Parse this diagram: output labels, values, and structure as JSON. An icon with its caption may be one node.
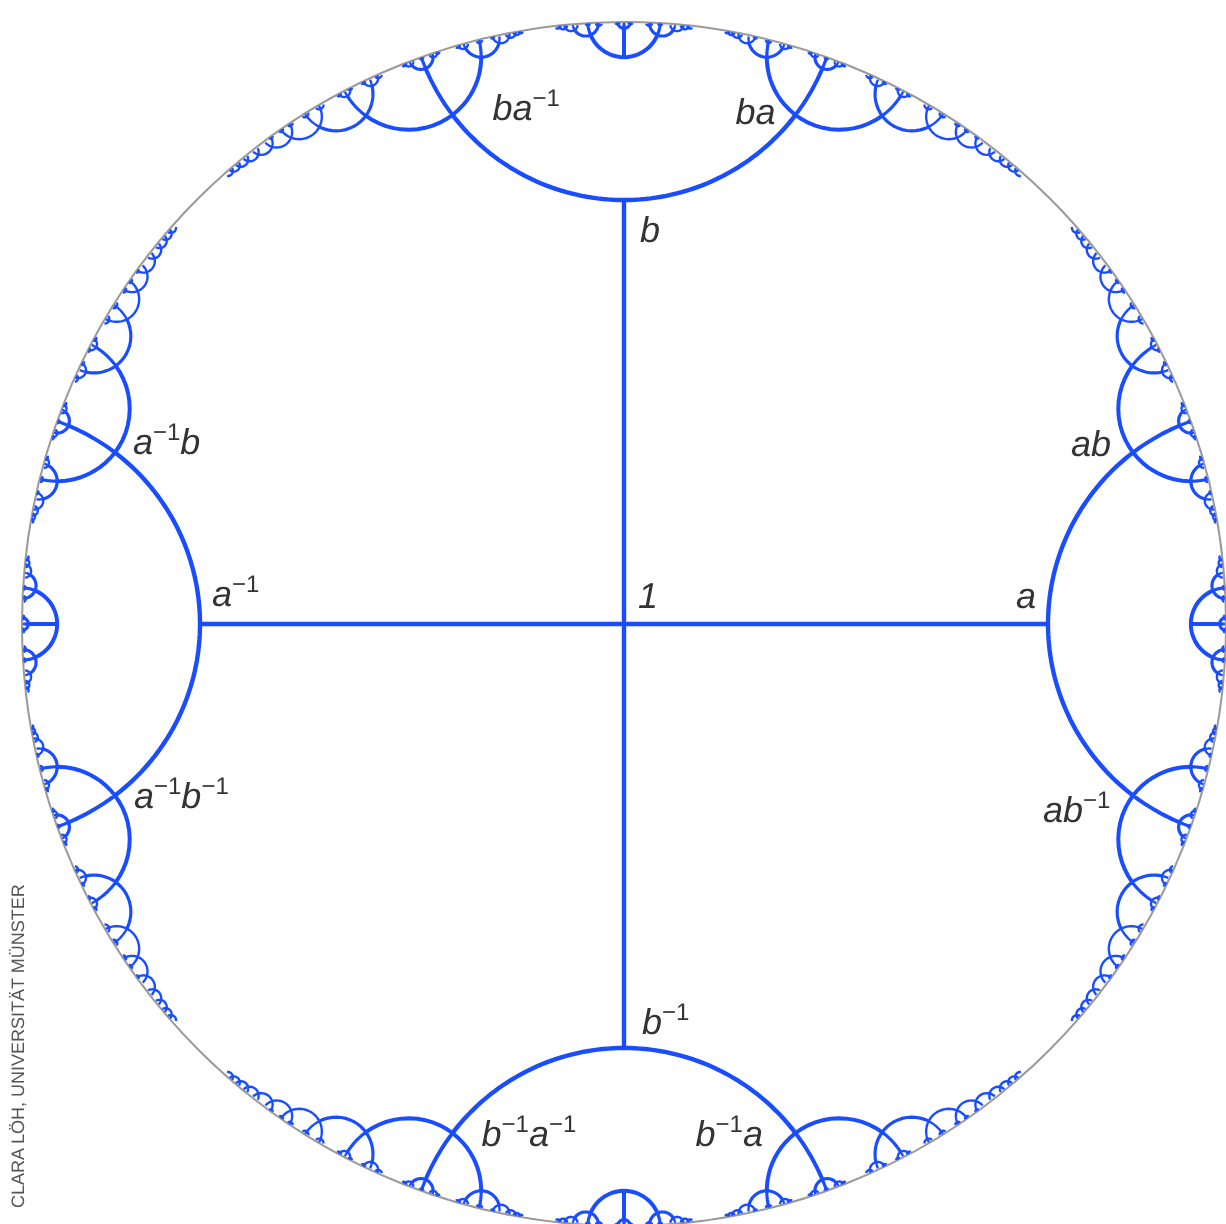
{
  "diagram": {
    "nodes": [
      {
        "text": [
          "ba$^{−1}$"
        ]
      },
      {
        "text": [
          "ba"
        ]
      },
      {
        "text": [
          "b"
        ]
      },
      {
        "text": [
          "a$^{−1}$b"
        ]
      },
      {
        "text": [
          "ab"
        ]
      },
      {
        "text": [
          "a$^{−1}$"
        ]
      },
      {
        "text": [
          "1"
        ]
      },
      {
        "text": [
          "a"
        ]
      },
      {
        "text": [
          "a$^{−1}$b$^{−1}$"
        ]
      },
      {
        "text": [
          "ab$^{−1}$"
        ]
      },
      {
        "text": [
          "b$^{−1}$"
        ]
      },
      {
        "text": [
          "b$^{−1}$a$^{−1}$"
        ]
      },
      {
        "text": [
          "b$^{−1}$a"
        ]
      }
    ],
    "edges": [
      {
        "from": 6,
        "to": 2,
        "arrow": "none"
      },
      {
        "from": 6,
        "to": 5,
        "arrow": "none"
      },
      {
        "from": 6,
        "to": 7,
        "arrow": "none"
      },
      {
        "from": 6,
        "to": 10,
        "arrow": "none"
      },
      {
        "from": 2,
        "to": 0,
        "arrow": "none"
      },
      {
        "from": 2,
        "to": 1,
        "arrow": "none"
      },
      {
        "from": 5,
        "to": 3,
        "arrow": "none"
      },
      {
        "from": 5,
        "to": 8,
        "arrow": "none"
      },
      {
        "from": 7,
        "to": 4,
        "arrow": "none"
      },
      {
        "from": 7,
        "to": 9,
        "arrow": "none"
      },
      {
        "from": 10,
        "to": 11,
        "arrow": "none"
      },
      {
        "from": 10,
        "to": 12,
        "arrow": "none"
      }
    ],
    "labels": [
      "CLARA LÖH, UNIVERSITÄT MÜNSTER"
    ]
  }
}
